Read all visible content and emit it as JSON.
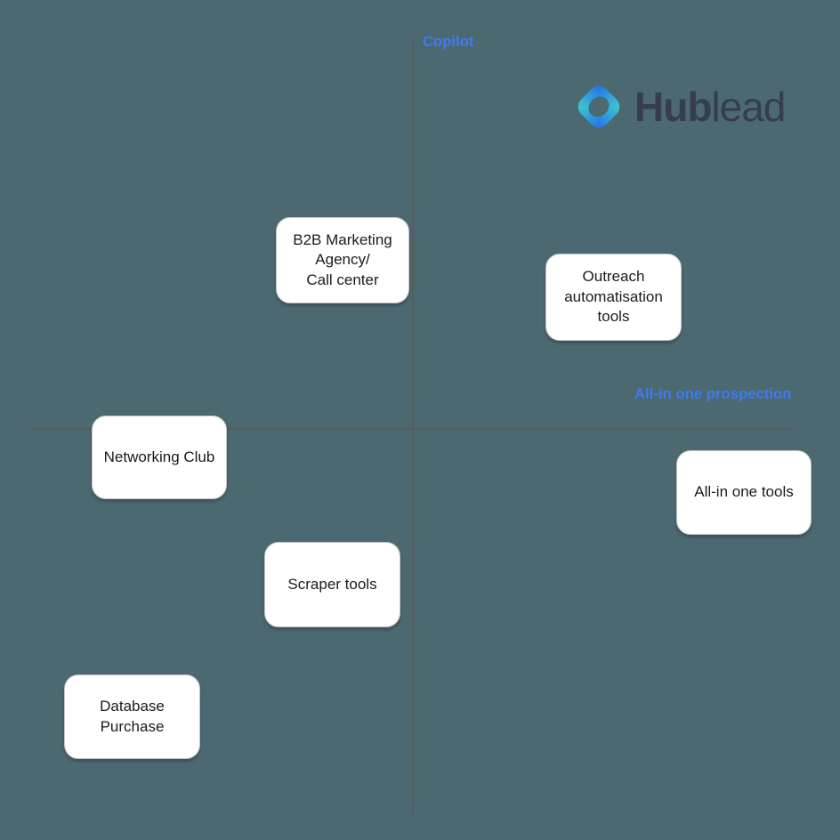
{
  "canvas": {
    "background_color": "#4C6971",
    "axis_line_color": "#5A5B5F"
  },
  "axes": {
    "vertical_label": "Copilot",
    "horizontal_label": "All-in one prospection",
    "label_color": "#3D7BF2"
  },
  "logo": {
    "brand_bold": "Hub",
    "brand_light": "lead",
    "text_color": "#363D4E",
    "icon_name": "hublead-ring-icon",
    "icon_teal": "#4BE3C4",
    "icon_blue": "#2153EE"
  },
  "quadrant_map": {
    "nodes": [
      {
        "label": "B2B Marketing\nAgency/\nCall center",
        "quadrant": "top-left"
      },
      {
        "label": "Outreach\nautomatisation\ntools",
        "quadrant": "top-right"
      },
      {
        "label": "Networking Club",
        "quadrant": "bottom-left"
      },
      {
        "label": "All-in one tools",
        "quadrant": "bottom-right"
      },
      {
        "label": "Scraper tools",
        "quadrant": "bottom-left"
      },
      {
        "label": "Database\nPurchase",
        "quadrant": "bottom-left"
      }
    ]
  }
}
